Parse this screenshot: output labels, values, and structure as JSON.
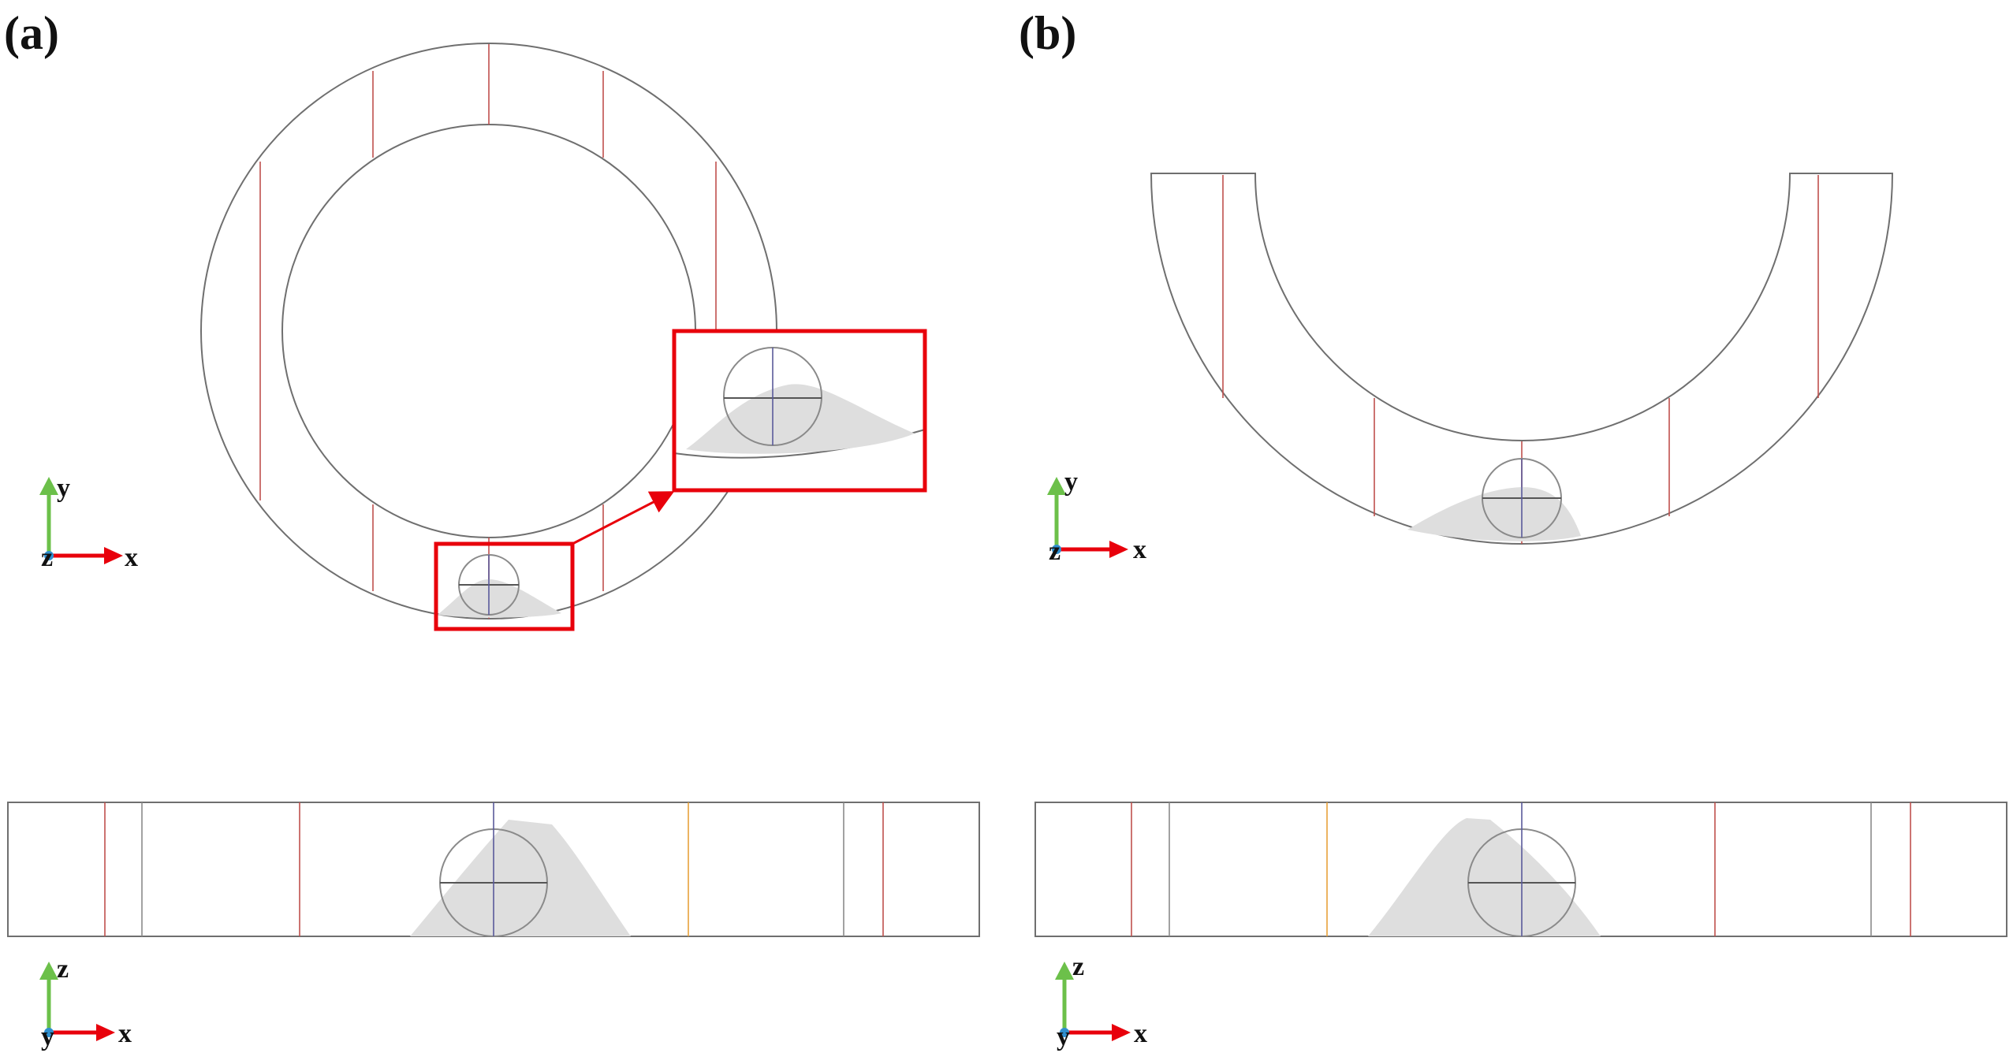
{
  "panels": {
    "a": {
      "label": "(a)"
    },
    "b": {
      "label": "(b)"
    }
  },
  "axes": {
    "top_a": {
      "up": "y",
      "right": "x",
      "out": "z"
    },
    "top_b": {
      "up": "y",
      "right": "x",
      "out": "z"
    },
    "side_a": {
      "up": "z",
      "right": "x",
      "out": "y"
    },
    "side_b": {
      "up": "z",
      "right": "x",
      "out": "y"
    }
  },
  "colors": {
    "outline": "#6f6f6f",
    "partition_lines": "#c0504d",
    "sand": "#dedede",
    "zoom_box": "#e8000b",
    "axis_up": "#6cc04a",
    "axis_right": "#e8000b",
    "axis_out": "#2f8fcf"
  }
}
